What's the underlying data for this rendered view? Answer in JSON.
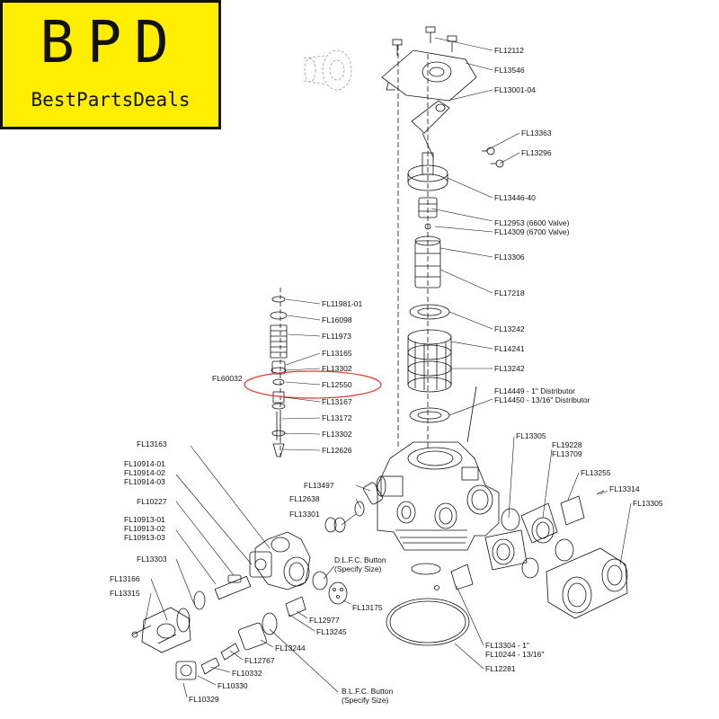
{
  "logo": {
    "big": "BPD",
    "small": "BestPartsDeals"
  },
  "colors": {
    "logo_bg": "#ffee00",
    "highlight": "#e53935",
    "ink": "#111111"
  },
  "labels": {
    "fl12112": "FL12112",
    "fl13546": "FL13546",
    "fl13001_04": "FL13001-04",
    "fl13363": "FL13363",
    "fl13296": "FL13296",
    "fl13446_40": "FL13446-40",
    "fl12953": "FL12953 (6600 Valve)",
    "fl14309": "FL14309 (6700 Valve)",
    "fl13306": "FL13306",
    "fl17218": "FL17218",
    "fl13242_a": "FL13242",
    "fl14241": "FL14241",
    "fl13242_b": "FL13242",
    "fl14449": "FL14449 - 1\" Distributor",
    "fl14450": "FL14450 - 13/16\" Distributor",
    "fl11981_01": "FL11981-01",
    "fl16098": "FL16098",
    "fl11973": "FL11973",
    "fl13165": "FL13165",
    "fl60032": "FL60032",
    "fl13302_a": "FL13302",
    "fl12550": "FL12550",
    "fl13167": "FL13167",
    "fl13172": "FL13172",
    "fl13302_b": "FL13302",
    "fl12626": "FL12626",
    "fl13163": "FL13163",
    "fl10914_01": "FL10914-01",
    "fl10914_02": "FL10914-02",
    "fl10914_03": "FL10914-03",
    "fl10227": "FL10227",
    "fl10913_01": "FL10913-01",
    "fl10913_02": "FL10913-02",
    "fl10913_03": "FL10913-03",
    "fl13303": "FL13303",
    "fl13166": "FL13166",
    "fl13315": "FL13315",
    "fl13497": "FL13497",
    "fl12638": "FL12638",
    "fl13301": "FL13301",
    "fl13305_a": "FL13305",
    "fl19228": "FL19228",
    "fl13709": "FL13709",
    "fl13255": "FL13255",
    "fl13314": "FL13314",
    "fl13305_b": "FL13305",
    "dlfc_1": "D.L.F.C. Button",
    "dlfc_2": "(Specify Size)",
    "fl13175": "FL13175",
    "fl12977": "FL12977",
    "fl13245": "FL13245",
    "fl13244": "FL13244",
    "fl12767": "FL12767",
    "fl10332": "FL10332",
    "fl10330": "FL10330",
    "fl10329": "FL10329",
    "blfc_1": "B.L.F.C. Button",
    "blfc_2": "(Specify Size)",
    "fl13304": "FL13304 - 1\"",
    "fl10244": "FL10244 - 13/16\"",
    "fl12281": "FL12281"
  }
}
